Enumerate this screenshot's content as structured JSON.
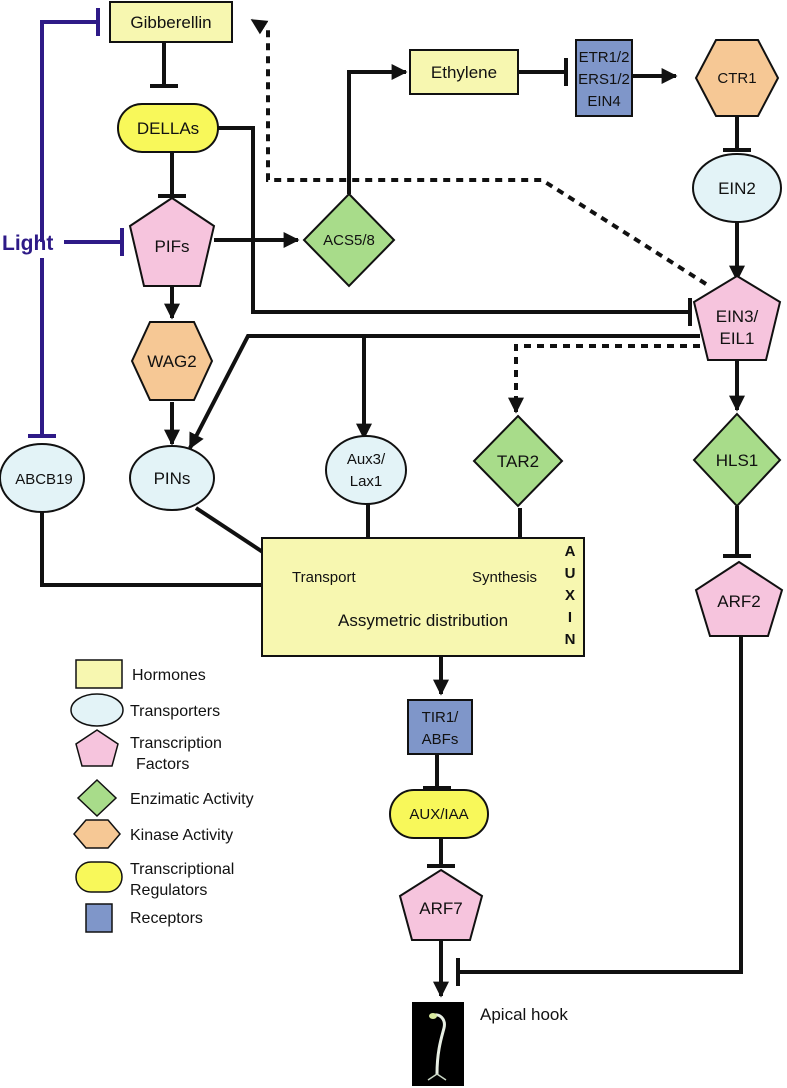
{
  "colors": {
    "hormone": "#f7f7b0",
    "transporter": "#e3f3f7",
    "transcription_factor": "#f6c4dd",
    "enzyme": "#a8dc8a",
    "kinase": "#f6c895",
    "regulator": "#f8f85a",
    "receptor": "#7f96c9",
    "light": "#2e1a87",
    "line": "#111111"
  },
  "nodes": {
    "gibberellin": "Gibberellin",
    "dellas": "DELLAs",
    "pifs": "PIFs",
    "wag2": "WAG2",
    "pins": "PINs",
    "abcb19": "ABCB19",
    "light": "Light",
    "acs": "ACS5/8",
    "ethylene": "Ethylene",
    "receptors": [
      "ETR1/2",
      "ERS1/2",
      "EIN4"
    ],
    "ctr1": "CTR1",
    "ein2": "EIN2",
    "ein3": [
      "EIN3/",
      "EIL1"
    ],
    "aux3": [
      "Aux3/",
      "Lax1"
    ],
    "tar2": "TAR2",
    "hls1": "HLS1",
    "arf2": "ARF2",
    "transport": "Transport",
    "synthesis": "Synthesis",
    "distribution": "Assymetric distribution",
    "auxin_letters": [
      "A",
      "U",
      "X",
      "I",
      "N"
    ],
    "tir1": [
      "TIR1/",
      "ABFs"
    ],
    "aux_iaa": "AUX/IAA",
    "arf7": "ARF7",
    "apical_hook": "Apical hook"
  },
  "legend": [
    {
      "shape": "rect",
      "color": "#f7f7b0",
      "label": [
        "Hormones"
      ]
    },
    {
      "shape": "ellipse",
      "color": "#e3f3f7",
      "label": [
        "Transporters"
      ]
    },
    {
      "shape": "pentagon",
      "color": "#f6c4dd",
      "label": [
        "Transcription",
        "Factors"
      ]
    },
    {
      "shape": "diamond",
      "color": "#a8dc8a",
      "label": [
        "Enzimatic Activity"
      ]
    },
    {
      "shape": "hexagon",
      "color": "#f6c895",
      "label": [
        "Kinase Activity"
      ]
    },
    {
      "shape": "pill",
      "color": "#f8f85a",
      "label": [
        "Transcriptional",
        "Regulators"
      ]
    },
    {
      "shape": "square",
      "color": "#7f96c9",
      "label": [
        "Receptors"
      ]
    }
  ]
}
